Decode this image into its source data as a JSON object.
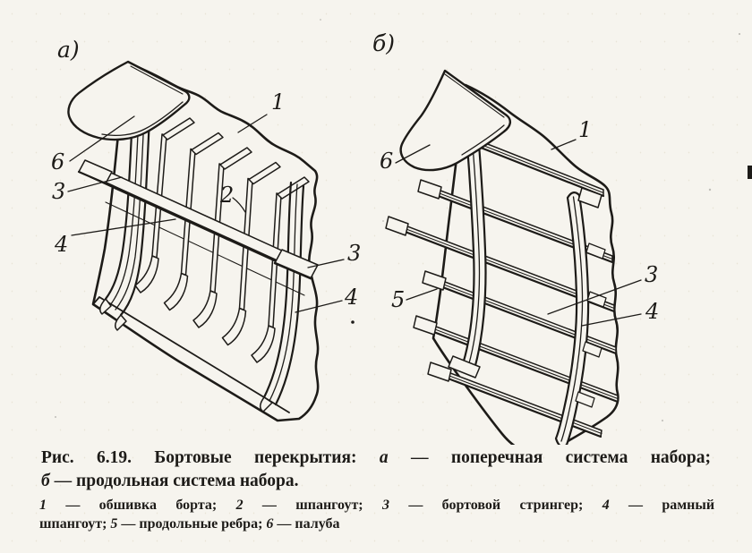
{
  "colors": {
    "paper": "#f6f4ee",
    "ink": "#1d1b18"
  },
  "figure": {
    "a": {
      "panel_label": "а)",
      "callouts": {
        "deck": "6",
        "stringer_left": "3",
        "web_frame_left": "4",
        "plating": "1",
        "frame": "2",
        "stringer_right": "3",
        "web_frame_right": "4"
      }
    },
    "b": {
      "panel_label": "б)",
      "callouts": {
        "deck": "6",
        "plating": "1",
        "longitudinals": "5",
        "stringer": "3",
        "web_frame": "4"
      }
    }
  },
  "caption": {
    "fig_ref": "Рис. 6.19.",
    "title": "Бортовые перекрытия:",
    "a_key": "а",
    "a_desc": "— поперечная система набора;",
    "b_key": "б",
    "b_desc": "— продольная система набора."
  },
  "legend": {
    "line1": [
      {
        "num": "1",
        "text": "— обшивка борта;"
      },
      {
        "num": "2",
        "text": "— шпангоут;"
      },
      {
        "num": "3",
        "text": "— бортовой стрингер;"
      },
      {
        "num": "4",
        "text": "— рамный"
      }
    ],
    "line2_carry": "шпангоут;",
    "line2": [
      {
        "num": "5",
        "text": "— продольные ребра;"
      },
      {
        "num": "6",
        "text": "— палуба"
      }
    ]
  }
}
